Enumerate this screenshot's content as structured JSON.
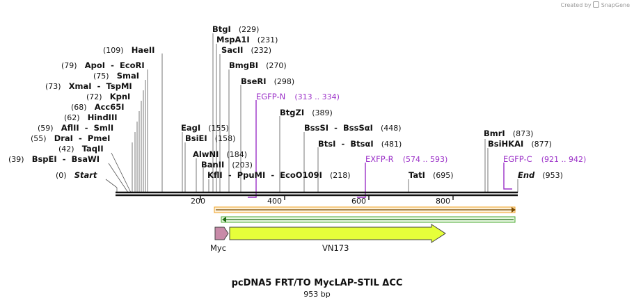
{
  "credit": {
    "prefix": "Created by",
    "brand": "SnapGene"
  },
  "title": "pcDNA5 FRT/TO MycLAP-STIL ΔCC",
  "subtitle": "953 bp",
  "start_label": {
    "pos": "(0)",
    "name": "Start"
  },
  "end_label": {
    "name": "End",
    "pos": "(953)"
  },
  "left_sites": [
    {
      "pos": "(109)",
      "names": [
        "HaeII"
      ]
    },
    {
      "pos": "(79)",
      "names": [
        "ApoI",
        "EcoRI"
      ]
    },
    {
      "pos": "(75)",
      "names": [
        "SmaI"
      ]
    },
    {
      "pos": "(73)",
      "names": [
        "XmaI",
        "TspMI"
      ]
    },
    {
      "pos": "(72)",
      "names": [
        "KpnI"
      ]
    },
    {
      "pos": "(68)",
      "names": [
        "Acc65I"
      ]
    },
    {
      "pos": "(62)",
      "names": [
        "HindIII"
      ]
    },
    {
      "pos": "(59)",
      "names": [
        "AflII",
        "SmlI"
      ]
    },
    {
      "pos": "(55)",
      "names": [
        "DraI",
        "PmeI"
      ]
    },
    {
      "pos": "(42)",
      "names": [
        "TaqII"
      ]
    },
    {
      "pos": "(39)",
      "names": [
        "BspEI",
        "BsaWI"
      ]
    }
  ],
  "right_sites": [
    {
      "names": [
        "BtgI"
      ],
      "pos": "(229)"
    },
    {
      "names": [
        "MspA1I"
      ],
      "pos": "(231)"
    },
    {
      "names": [
        "SacII"
      ],
      "pos": "(232)"
    },
    {
      "names": [
        "BmgBI"
      ],
      "pos": "(270)"
    },
    {
      "names": [
        "BseRI"
      ],
      "pos": "(298)"
    },
    {
      "names": [
        "BtgZI"
      ],
      "pos": "(389)"
    },
    {
      "names": [
        "BssSI",
        "BssSαI"
      ],
      "pos": "(448)"
    },
    {
      "names": [
        "BtsI",
        "BtsαI"
      ],
      "pos": "(481)"
    },
    {
      "names": [
        "TatI"
      ],
      "pos": "(695)"
    },
    {
      "names": [
        "BmrI"
      ],
      "pos": "(873)"
    },
    {
      "names": [
        "BsiHKAI"
      ],
      "pos": "(877)"
    }
  ],
  "mid_sites": [
    {
      "names": [
        "EagI"
      ],
      "pos": "(155)"
    },
    {
      "names": [
        "BsiEI"
      ],
      "pos": "(158)"
    },
    {
      "names": [
        "AlwNI"
      ],
      "pos": "(184)"
    },
    {
      "names": [
        "BanII"
      ],
      "pos": "(203)"
    },
    {
      "names": [
        "KflI",
        "PpuMI",
        "EcoO109I"
      ],
      "pos": "(218)"
    }
  ],
  "primers": [
    {
      "name": "EGFP-N",
      "range": "(313 .. 334)"
    },
    {
      "name": "EXFP-R",
      "range": "(574 .. 593)"
    },
    {
      "name": "EGFP-C",
      "range": "(921 .. 942)"
    }
  ],
  "ruler_ticks": [
    "200",
    "400",
    "600",
    "800"
  ],
  "features": [
    {
      "name": "Myc",
      "color": "#c88aa8"
    },
    {
      "name": "VN173",
      "color": "#e6ff3a"
    }
  ],
  "colors": {
    "primer": "#9b30c8",
    "orf_forward": "#f0a020",
    "orf_reverse": "#4aa832",
    "backbone": "#111111"
  }
}
